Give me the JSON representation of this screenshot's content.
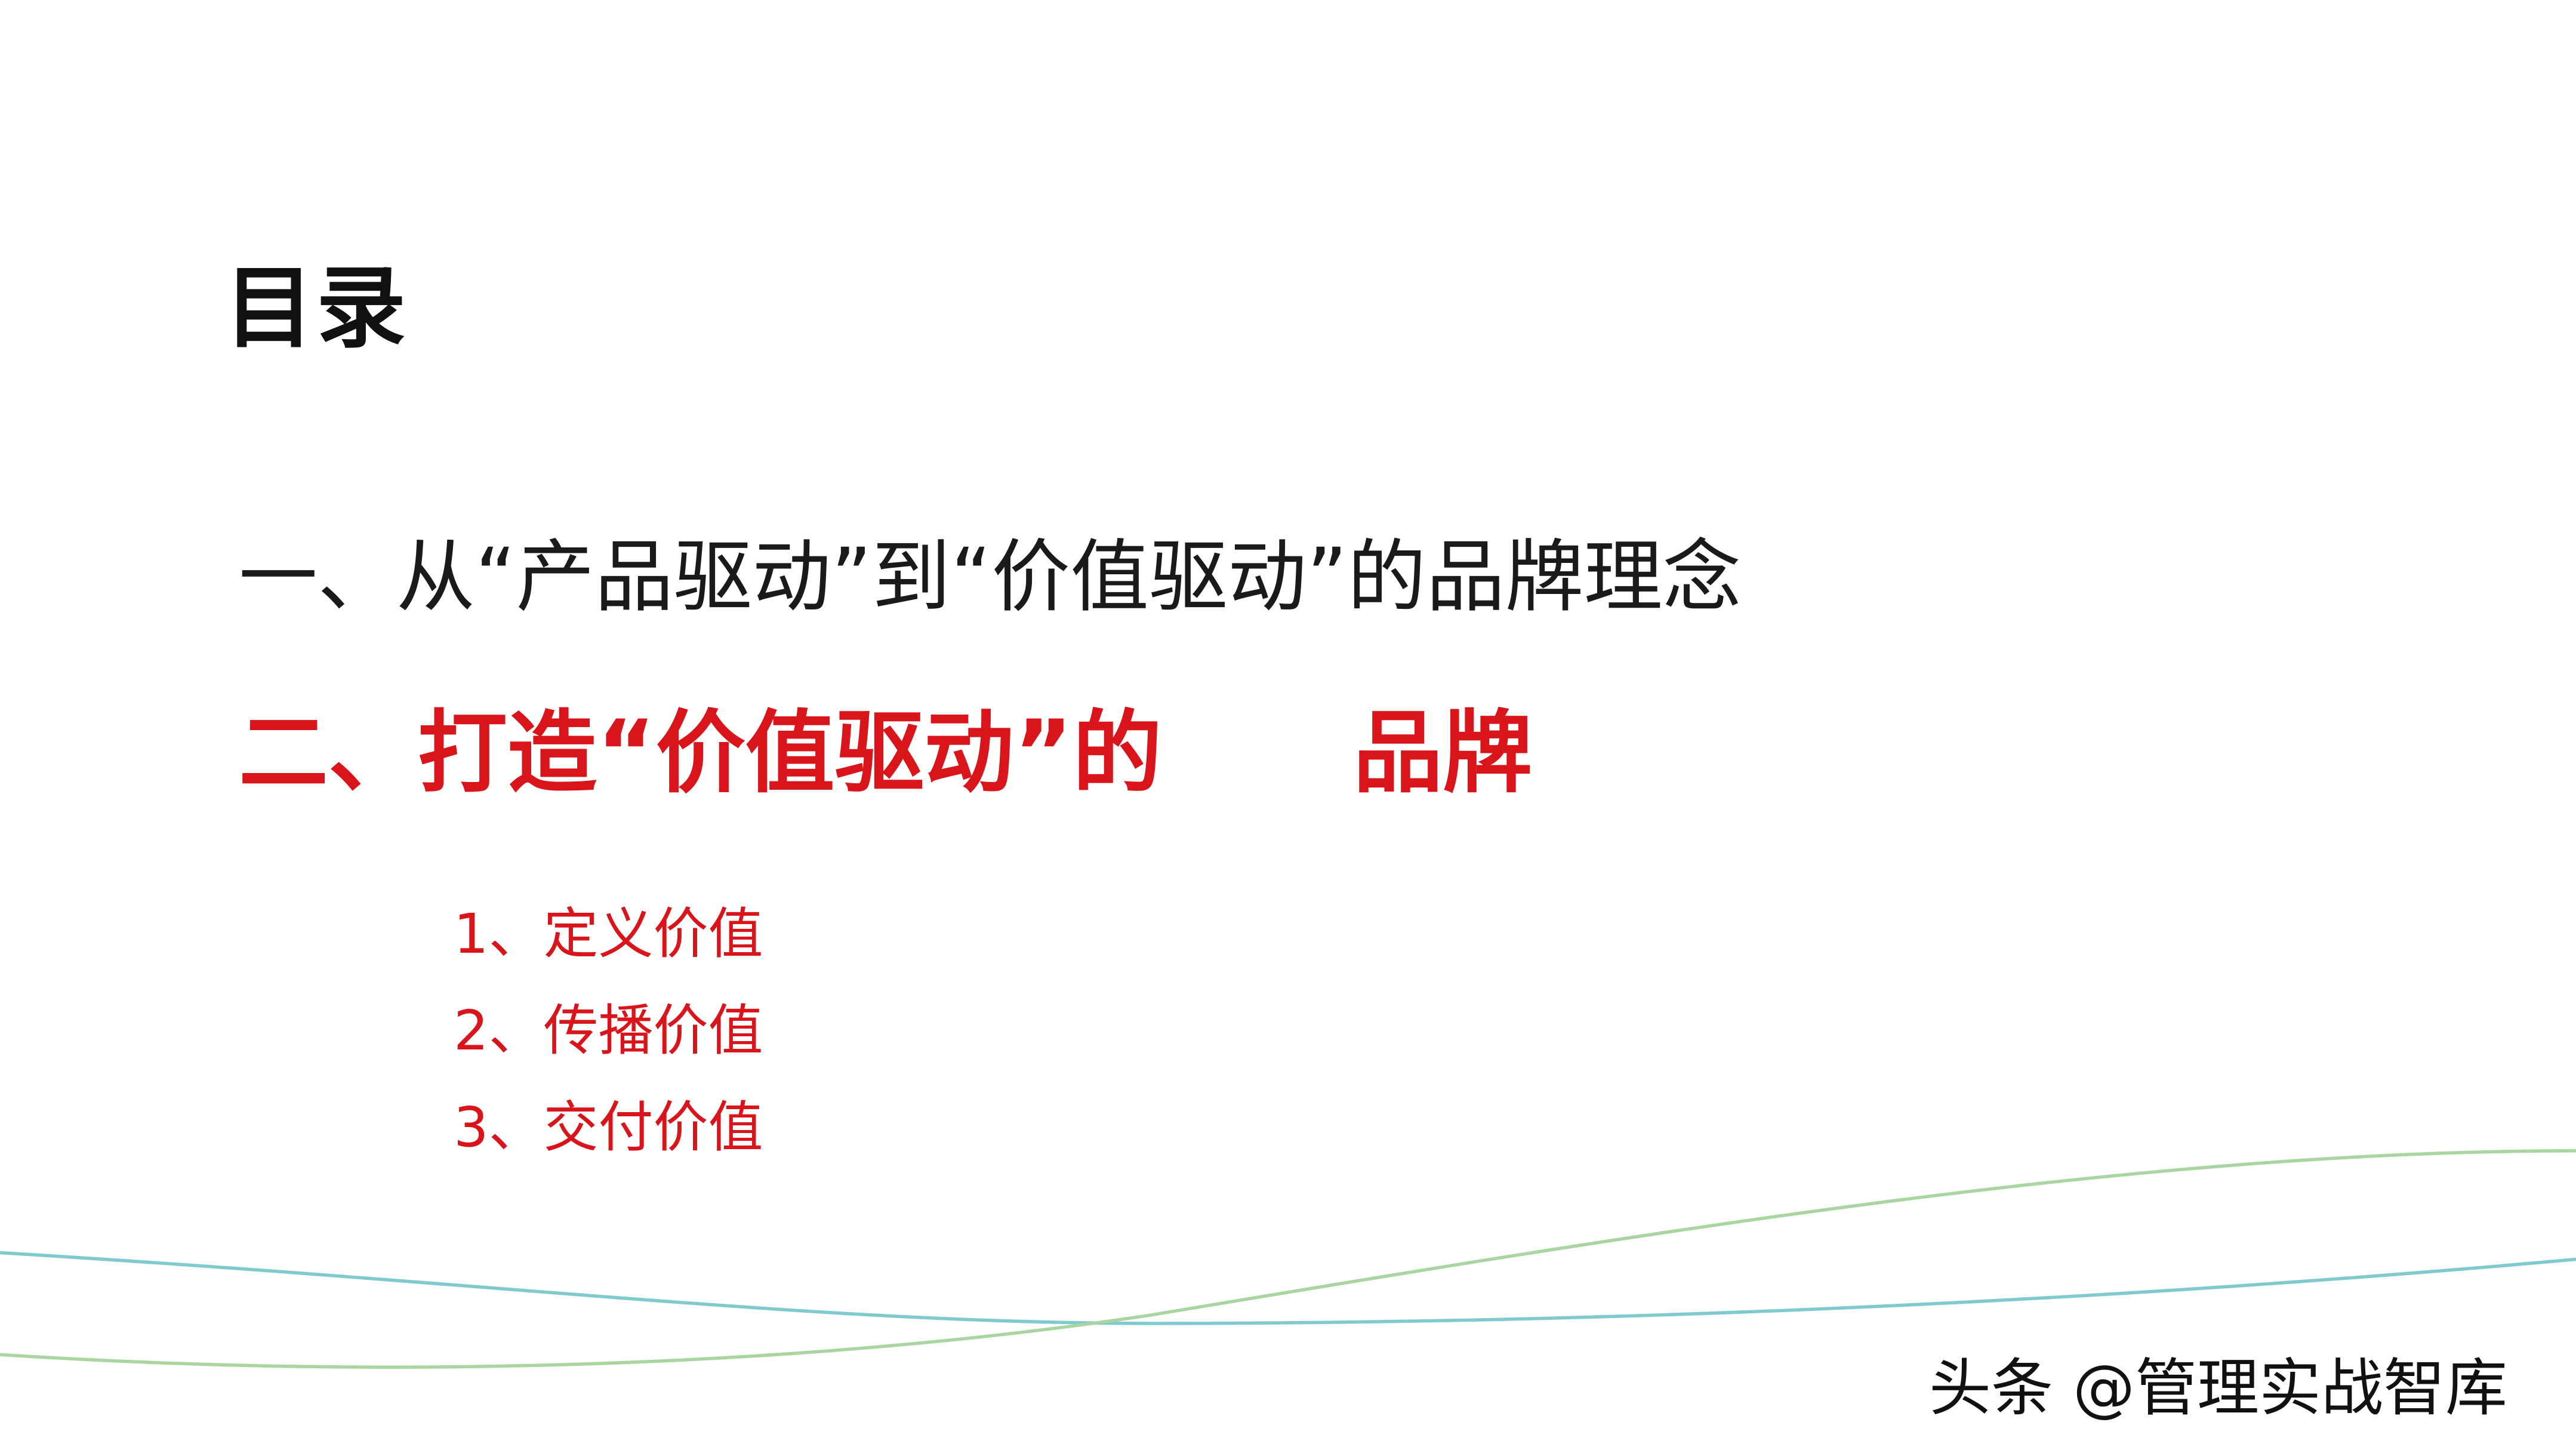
{
  "slide": {
    "title": "目录",
    "items": [
      {
        "label": "一、从“产品驱动”到“价值驱动”的品牌理念"
      },
      {
        "label_part1": "二、打造“价值驱动”的",
        "label_part2": "品牌"
      }
    ],
    "sub_items": [
      "1、定义价值",
      "2、传播价值",
      "3、交付价值"
    ]
  },
  "watermark": "头条 @管理实战智库",
  "colors": {
    "accent": "#d9141b",
    "wave_teal": "#7fc9cf",
    "wave_green": "#a8d5a0"
  }
}
